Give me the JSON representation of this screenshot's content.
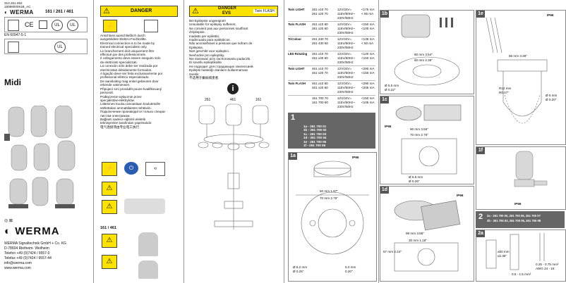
{
  "doc": {
    "part_no": "310.261.092",
    "doc_no": "1808800051B_AC",
    "brand": "WERMA",
    "models": "161 / 261 / 461",
    "standard": "EN 60947-5-1",
    "product": "Midi",
    "company": "WERMA Signaltechnik GmbH + Co. KG",
    "address": "D-78604 Rietheim- Weilheim",
    "phone": "Telefon +49 (0)7424 / 9557-0",
    "fax": "Telefax +49 (0)7424 / 9557-44",
    "email": "info@werma.com",
    "web": "www.werma.com",
    "bottom_models": "161 / 461"
  },
  "danger1": {
    "title": "DANGER",
    "lines": [
      "Anschluss ausschließlich durch",
      "ausgebildete Elektro-Fachkräfte.",
      "Electrical connection is to be made by",
      "trained electrical specialists only.",
      "Le branchement doit uniquement être",
      "effectué par des professionnels.",
      "Il collegamento deve essere eseguito solo",
      "da elettricisti specializzati.",
      "La conexión sólo debe ser realizada por",
      "electricistas debidamente formados.",
      "A ligação deve ser feita exclusivamente por",
      "profissional elétrico especializado.",
      "De aansluiting mag enkel gebeuren door",
      "erkende vakmensen.",
      "Připojení smí provádět pouze kvalifikovaný",
      "personál.",
      "Podłączenie wyłącznie przez",
      "specjalistów-elektryków.",
      "Liitäminen kuuluu ainoastaan koulutetuille",
      "sähkötalan ammattilaisten tehtäviin.",
      "Подключение производится только специа-",
      "листом-электриком.",
      "Bağlantı sadece eğitimli elektrik",
      "teknisyenleri tarafından yapılmalıdır.",
      "电气连接须由专业电工执行"
    ]
  },
  "danger2": {
    "title": "DANGER",
    "subtitle": "EVS",
    "flash": "Twin FLASH",
    "lines": [
      "Bei Epilepsie ungeeignet!",
      "Unsuitable for epilepsy sufferers.",
      "Ne convient pas aux personnes souffrant",
      "d'épilepsie.",
      "Inadatto per epilettici.",
      "Inadecuado para epilépticos.",
      "Não aconselhável a pessoas que sofram de",
      "Epilepsia.",
      "Niet geschikt voor epileptici.",
      "Nevhodné pro epileptiky.",
      "Nie stosować przy zachorowaniu padaczki.",
      "Ei sovellu epileptikoille.",
      "Не подходит для страдающих эпилепсией.",
      "Epilepsi hastalığı olanların kullanmaması",
      "önerilir.",
      "不适用于癫痫病患者"
    ]
  },
  "diagram_labels": [
    "261",
    "461",
    "161"
  ],
  "spec_table": {
    "rows": [
      {
        "type": "Twin LIGHT",
        "codes": [
          "261 x10 70",
          "261 x20 70"
        ],
        "volts": [
          "12V/24V=",
          "115V/60Hz~",
          "230V/50Hz"
        ],
        "amps": [
          "<175 mA",
          "< 65 mA",
          ""
        ]
      },
      {
        "type": "Twin FLASH",
        "codes": [
          "261 x10 60",
          "261 x20 60"
        ],
        "volts": [
          "12V/24V=",
          "115V/60Hz~",
          "230V/50Hz"
        ],
        "amps": [
          "<150 mA",
          "<100 mA",
          ""
        ]
      },
      {
        "type": "TriColour",
        "codes": [
          "261 430 70",
          "261 430 60"
        ],
        "volts": [
          "12V/24V=",
          "115V/60Hz~",
          "230V/50Hz"
        ],
        "amps": [
          "<135 mA",
          "< 50 mA",
          ""
        ]
      },
      {
        "type": "LED Rotating",
        "codes": [
          "261 x10 70",
          "261 x40 60"
        ],
        "volts": [
          "12V/24V=",
          "115V/60Hz~",
          "230V/50Hz"
        ],
        "amps": [
          "<120 mA",
          "<150 mA",
          ""
        ]
      },
      {
        "type": "Twin LIGHT",
        "codes": [
          "461 x10 70",
          "461 x20 70"
        ],
        "volts": [
          "12V/24V=",
          "115V/60Hz~",
          "230V/50Hz"
        ],
        "amps": [
          "<290 mA",
          "<150 mA",
          ""
        ]
      },
      {
        "type": "Twin FLASH",
        "codes": [
          "461 x10 60",
          "461 x20 60"
        ],
        "volts": [
          "12V/24V=",
          "115V/60Hz~",
          "230V/50Hz"
        ],
        "amps": [
          "<290 mA",
          "<205 mA",
          ""
        ]
      },
      {
        "type": "",
        "codes": [
          "161 700 70",
          "161 700 60"
        ],
        "volts": [
          "12V/24V=",
          "115V/60Hz~",
          "230V/50Hz"
        ],
        "amps": [
          "<150 mA",
          "<105 mA",
          ""
        ]
      }
    ]
  },
  "section1": {
    "num": "1",
    "items": [
      "1a - 261 700 01",
      "1b - 261 700 02",
      "1c - 261 700 03",
      "1d - 261 700 04",
      "1e - 261 700 05",
      "1f - 261 700 06"
    ]
  },
  "section2": {
    "num": "2",
    "items": [
      "2a - 261 700 00, 261 700 05, 261 700 07",
      "2b - 261 700 02, 261 700 06, 261 700 08"
    ]
  },
  "panels": {
    "p1a": {
      "tag": "1a",
      "dims": [
        "50 mm  1.97\"",
        "70 mm  2.76\"",
        "Ø 6.2 mm",
        "Ø 0.25\"",
        "5.0 mm",
        "0.20\"",
        "IP66"
      ]
    },
    "p1b": {
      "tag": "1b",
      "dims": [
        "90 mm  3.54\"",
        "60 mm  2.36\"",
        "Ø 5.5 mm",
        "Ø 0.22\""
      ]
    },
    "p1c": {
      "tag": "1c",
      "dims": [
        "90 mm  3.55\"",
        "70 mm  2.76\"",
        "Ø 6.5 mm",
        "Ø 0.26\"",
        "IP66"
      ]
    },
    "p1d": {
      "tag": "1d",
      "dims": [
        "98 mm  3.86\"",
        "30 mm  1.18\"",
        "57 mm  2.24\"",
        "IP66"
      ]
    },
    "p1e": {
      "tag": "1e",
      "dims": [
        "86 mm  3.39\"",
        "R12 mm",
        "R0.47\"",
        "Ø 5 mm",
        "Ø 0.20\"",
        "IP66"
      ]
    },
    "p1f": {
      "tag": "1f",
      "dims": [
        "IP66"
      ]
    },
    "p2a": {
      "tag": "2a",
      "dims": [
        "≤60 mm",
        "≤2.36\"",
        "0.5 - 1.5 mm²",
        "0.25 - 0.75 mm²",
        "AWG 24 - 18"
      ]
    }
  },
  "colors": {
    "warning_yellow": "#fde200",
    "header_gray": "#666666",
    "brand_black": "#111111"
  }
}
